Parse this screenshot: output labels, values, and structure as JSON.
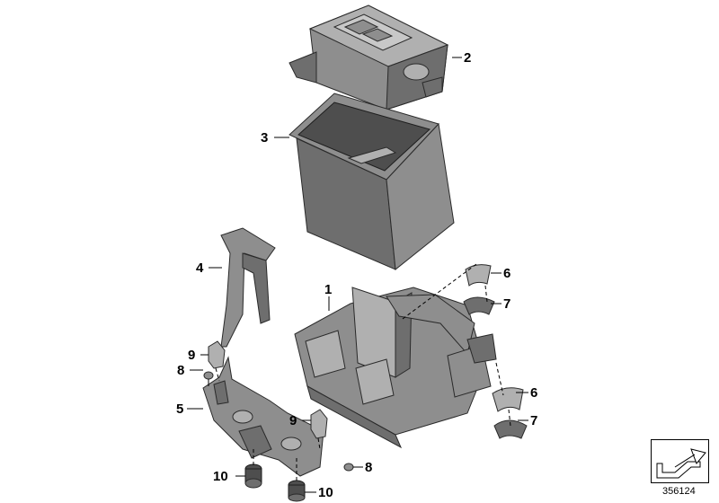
{
  "diagram": {
    "callouts": [
      {
        "id": "c1",
        "label": "1"
      },
      {
        "id": "c2",
        "label": "2"
      },
      {
        "id": "c3",
        "label": "3"
      },
      {
        "id": "c4",
        "label": "4"
      },
      {
        "id": "c5",
        "label": "5"
      },
      {
        "id": "c6a",
        "label": "6"
      },
      {
        "id": "c6b",
        "label": "6"
      },
      {
        "id": "c7a",
        "label": "7"
      },
      {
        "id": "c7b",
        "label": "7"
      },
      {
        "id": "c8a",
        "label": "8"
      },
      {
        "id": "c8b",
        "label": "8"
      },
      {
        "id": "c9a",
        "label": "9"
      },
      {
        "id": "c9b",
        "label": "9"
      },
      {
        "id": "c10a",
        "label": "10"
      },
      {
        "id": "c10b",
        "label": "10"
      }
    ],
    "document_number": "356124"
  },
  "colors": {
    "part_dark": "#6e6e6e",
    "part_mid": "#8e8e8e",
    "part_light": "#b0b0b0",
    "line": "#000000",
    "background": "#ffffff"
  }
}
